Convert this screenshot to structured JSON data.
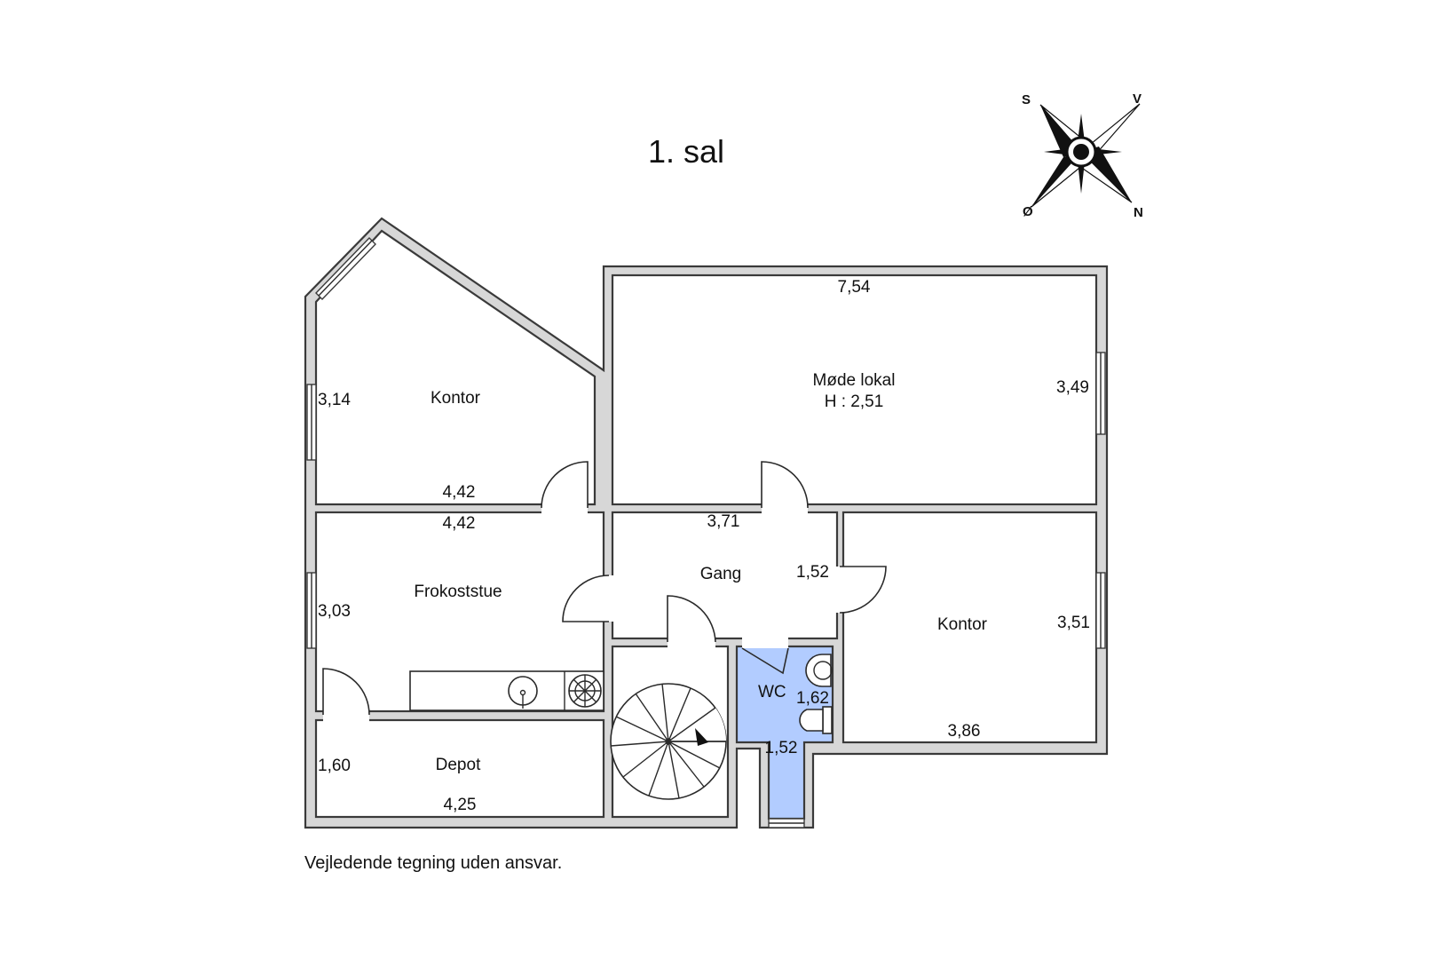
{
  "plan": {
    "title": "1. sal",
    "disclaimer": "Vejledende tegning uden ansvar.",
    "compass": {
      "s": "S",
      "v": "V",
      "o": "Ø",
      "n": "N"
    },
    "colors": {
      "wall": "#d7d7d7",
      "wc": "#b2ccff"
    },
    "rooms": {
      "kontor_nw": {
        "name": "Kontor",
        "dim_side": "3,14",
        "dim_bottom": "4,42"
      },
      "mode": {
        "name": "Møde lokal",
        "height": "H : 2,51",
        "dim_top": "7,54",
        "dim_side": "3,49"
      },
      "frokost": {
        "name": "Frokoststue",
        "dim_top": "4,42",
        "dim_side": "3,03"
      },
      "gang": {
        "name": "Gang",
        "dim_top": "3,71",
        "dim_side": "1,52"
      },
      "kontor_se": {
        "name": "Kontor",
        "dim_side": "3,51",
        "dim_bottom": "3,86"
      },
      "wc": {
        "name": "WC",
        "dim_side": "1,62",
        "dim_bottom": "1,52"
      },
      "depot": {
        "name": "Depot",
        "dim_side": "1,60",
        "dim_bottom": "4,25"
      }
    }
  }
}
